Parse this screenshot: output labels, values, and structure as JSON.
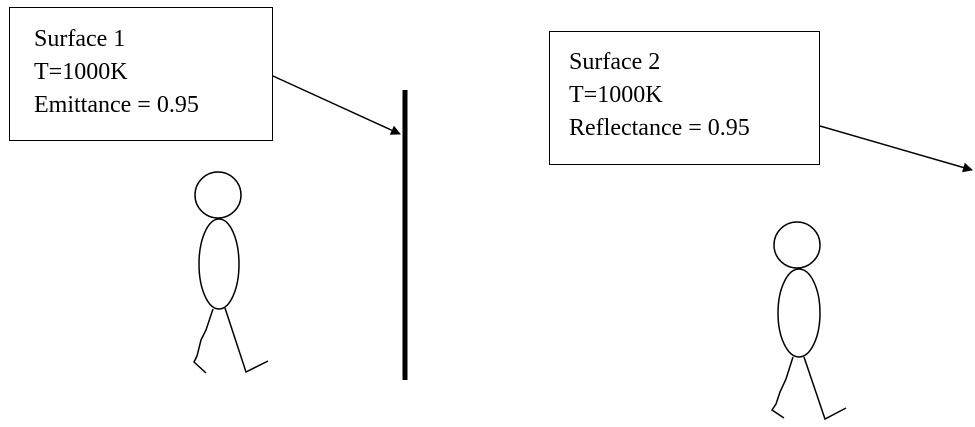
{
  "surface1": {
    "lines": [
      "Surface 1",
      "T=1000K",
      "Emittance = 0.95"
    ]
  },
  "surface2": {
    "lines": [
      "Surface 2",
      "T=1000K",
      "Reflectance = 0.95"
    ]
  },
  "colors": {
    "stroke": "#000000",
    "background": "#ffffff"
  }
}
